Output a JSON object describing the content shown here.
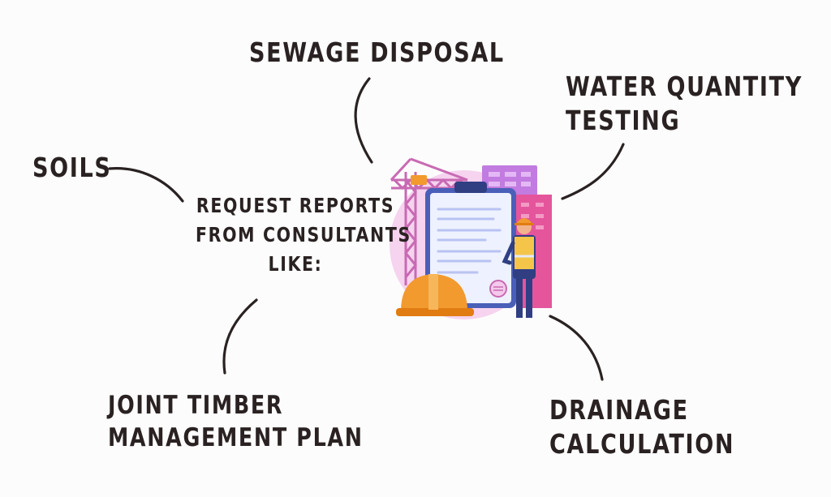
{
  "center": {
    "lines": [
      "Request Reports",
      "From Consultants",
      "Like:"
    ]
  },
  "nodes": {
    "sewage": "Sewage Disposal",
    "water": [
      "Water Quantity",
      "Testing"
    ],
    "soils": "Soils",
    "timber": [
      "Joint Timber",
      "Management Plan"
    ],
    "drainage": [
      "Drainage",
      "Calculation"
    ]
  },
  "colors": {
    "ink": "#2a2222",
    "clipboard_board": "#5b7bd6",
    "paper": "#eef1ff",
    "hardhat": "#f29a2e",
    "crane": "#c86ab3",
    "buildings": "#e4559c",
    "backdrop_circle": "#f4c9ec"
  },
  "icons": [
    "construction-crane-icon",
    "clipboard-icon",
    "hard-hat-icon",
    "worker-icon",
    "building-icon"
  ]
}
